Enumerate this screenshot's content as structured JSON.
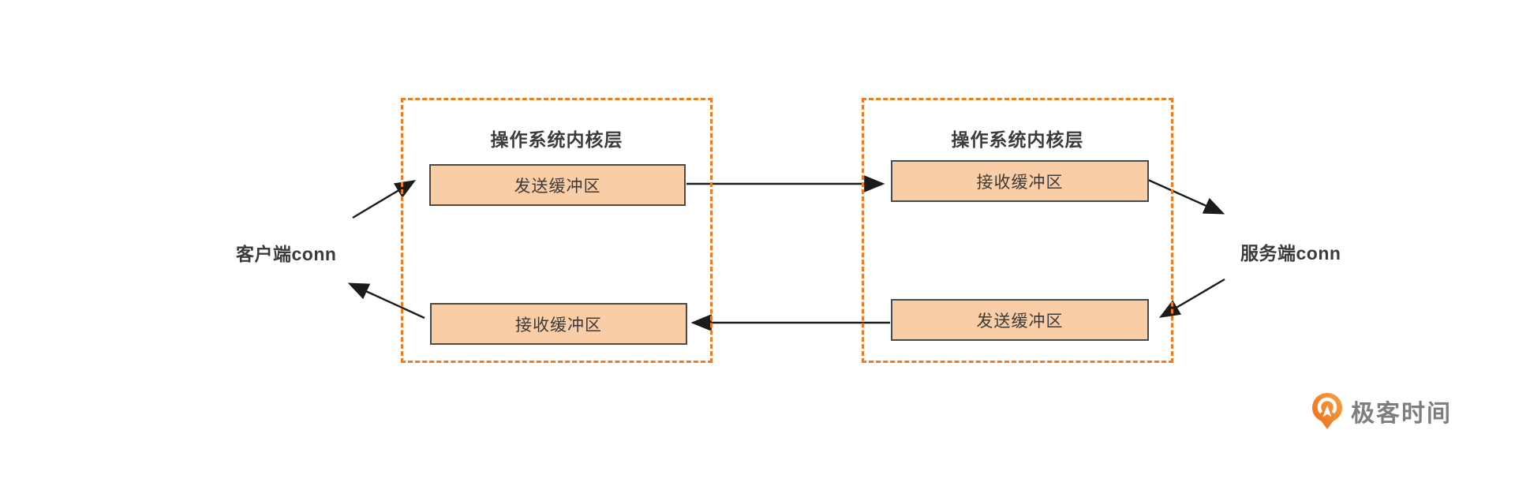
{
  "diagram": {
    "client_label": "客户端conn",
    "server_label": "服务端conn",
    "kernel_left": {
      "title": "操作系统内核层",
      "top_box": "发送缓冲区",
      "bottom_box": "接收缓冲区"
    },
    "kernel_right": {
      "title": "操作系统内核层",
      "top_box": "接收缓冲区",
      "bottom_box": "发送缓冲区"
    },
    "icons": {
      "logo_icon": "geektime-pin-icon"
    },
    "colors": {
      "dashed_border": "#f07c1e",
      "box_fill": "#f9cda6",
      "box_border": "#4a4a4a",
      "arrow": "#1b1b1b",
      "text_dark": "#3b3b3b",
      "logo_text": "#7e7e7e",
      "logo_orange_light": "#f9a23c",
      "logo_orange_dark": "#ec6c1f"
    }
  },
  "logo": {
    "text": "极客时间"
  }
}
